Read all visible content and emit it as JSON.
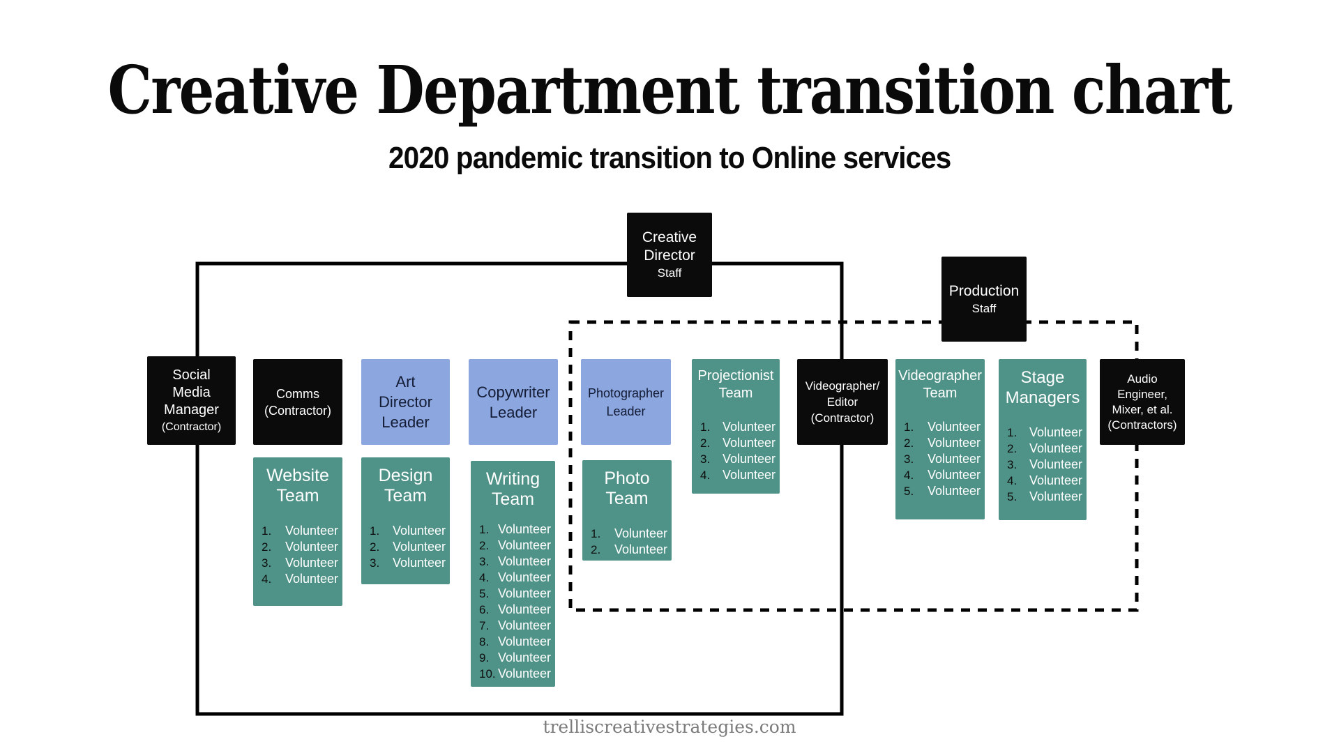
{
  "title": "Creative Department transition chart",
  "subtitle": "2020 pandemic transition to Online services",
  "footer": "trelliscreativestrategies.com",
  "colors": {
    "black_box": "#0b0b0b",
    "teal_box": "#4f9287",
    "blue_box": "#8ca7df",
    "navy_text": "#131b35",
    "white_text": "#ffffff",
    "line": "#000000",
    "footer_text": "#7b7b7b"
  },
  "nodes": {
    "creative_director": {
      "lines": [
        "Creative",
        "Director"
      ],
      "sub": "Staff"
    },
    "production": {
      "lines": [
        "Production"
      ],
      "sub": "Staff"
    },
    "social_media": {
      "lines": [
        "Social",
        "Media",
        "Manager"
      ],
      "sub": "(Contractor)"
    },
    "comms": {
      "lines": [
        "Comms",
        "(Contractor)"
      ]
    },
    "art_director": {
      "lines": [
        "Art",
        "Director",
        "Leader"
      ]
    },
    "copywriter": {
      "lines": [
        "Copywriter",
        "Leader"
      ]
    },
    "photographer": {
      "lines": [
        "Photographer",
        "Leader"
      ]
    },
    "videographer_editor": {
      "lines": [
        "Videographer/",
        "Editor",
        "(Contractor)"
      ]
    },
    "audio_engineer": {
      "lines": [
        "Audio",
        "Engineer,",
        "Mixer, et al.",
        "(Contractors)"
      ]
    },
    "projectionist_team": {
      "lines": [
        "Projectionist",
        "Team"
      ],
      "rows": [
        {
          "num": "1.",
          "label": "Volunteer"
        },
        {
          "num": "2.",
          "label": "Volunteer"
        },
        {
          "num": "3.",
          "label": "Volunteer"
        },
        {
          "num": "4.",
          "label": "Volunteer"
        }
      ]
    },
    "videographer_team": {
      "lines": [
        "Videographer",
        "Team"
      ],
      "rows": [
        {
          "num": "1.",
          "label": "Volunteer"
        },
        {
          "num": "2.",
          "label": "Volunteer"
        },
        {
          "num": "3.",
          "label": "Volunteer"
        },
        {
          "num": "4.",
          "label": "Volunteer"
        },
        {
          "num": "5.",
          "label": "Volunteer"
        }
      ]
    },
    "stage_managers": {
      "lines": [
        "Stage",
        "Managers"
      ],
      "rows": [
        {
          "num": "1.",
          "label": "Volunteer"
        },
        {
          "num": "2.",
          "label": "Volunteer"
        },
        {
          "num": "3.",
          "label": "Volunteer"
        },
        {
          "num": "4.",
          "label": "Volunteer"
        },
        {
          "num": "5.",
          "label": "Volunteer"
        }
      ]
    },
    "website_team": {
      "lines": [
        "Website",
        "Team"
      ],
      "rows": [
        {
          "num": "1.",
          "label": "Volunteer"
        },
        {
          "num": "2.",
          "label": "Volunteer"
        },
        {
          "num": "3.",
          "label": "Volunteer"
        },
        {
          "num": "4.",
          "label": "Volunteer"
        }
      ]
    },
    "design_team": {
      "lines": [
        "Design",
        "Team"
      ],
      "rows": [
        {
          "num": "1.",
          "label": "Volunteer"
        },
        {
          "num": "2.",
          "label": "Volunteer"
        },
        {
          "num": "3.",
          "label": "Volunteer"
        }
      ]
    },
    "writing_team": {
      "lines": [
        "Writing",
        "Team"
      ],
      "rows": [
        {
          "num": "1.",
          "label": "Volunteer"
        },
        {
          "num": "2.",
          "label": "Volunteer"
        },
        {
          "num": "3.",
          "label": "Volunteer"
        },
        {
          "num": "4.",
          "label": "Volunteer"
        },
        {
          "num": "5.",
          "label": "Volunteer"
        },
        {
          "num": "6.",
          "label": "Volunteer"
        },
        {
          "num": "7.",
          "label": "Volunteer"
        },
        {
          "num": "8.",
          "label": "Volunteer"
        },
        {
          "num": "9.",
          "label": "Volunteer"
        },
        {
          "num": "10.",
          "label": "Volunteer"
        }
      ]
    },
    "photo_team": {
      "lines": [
        "Photo",
        "Team"
      ],
      "rows": [
        {
          "num": "1.",
          "label": "Volunteer"
        },
        {
          "num": "2.",
          "label": "Volunteer"
        }
      ]
    }
  }
}
